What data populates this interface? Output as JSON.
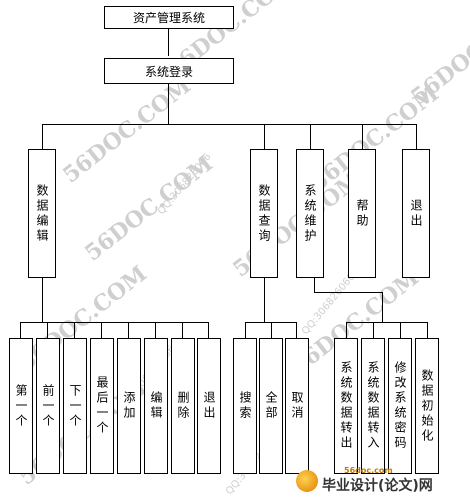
{
  "diagram": {
    "root": "资产管理系统",
    "login": "系统登录",
    "modules": [
      {
        "id": "data-edit",
        "label": "数据编辑"
      },
      {
        "id": "data-query",
        "label": "数据查询"
      },
      {
        "id": "system-maintain",
        "label": "系统维护"
      },
      {
        "id": "help",
        "label": "帮助"
      },
      {
        "id": "exit",
        "label": "退出"
      }
    ],
    "edit_items": [
      "第一个",
      "前一个",
      "下一个",
      "最后一个",
      "添加",
      "编辑",
      "删除",
      "退出"
    ],
    "query_items": [
      "搜索",
      "全部",
      "取消"
    ],
    "maintain_items": [
      "系统数据转出",
      "系统数据转入",
      "修改系统密码",
      "数据初始化"
    ]
  },
  "watermarks": {
    "site": "56DOC.COM",
    "qq": "QQ:306826066"
  },
  "footer": {
    "site": "56doc.com",
    "brand": "毕业设计(论文)网"
  }
}
